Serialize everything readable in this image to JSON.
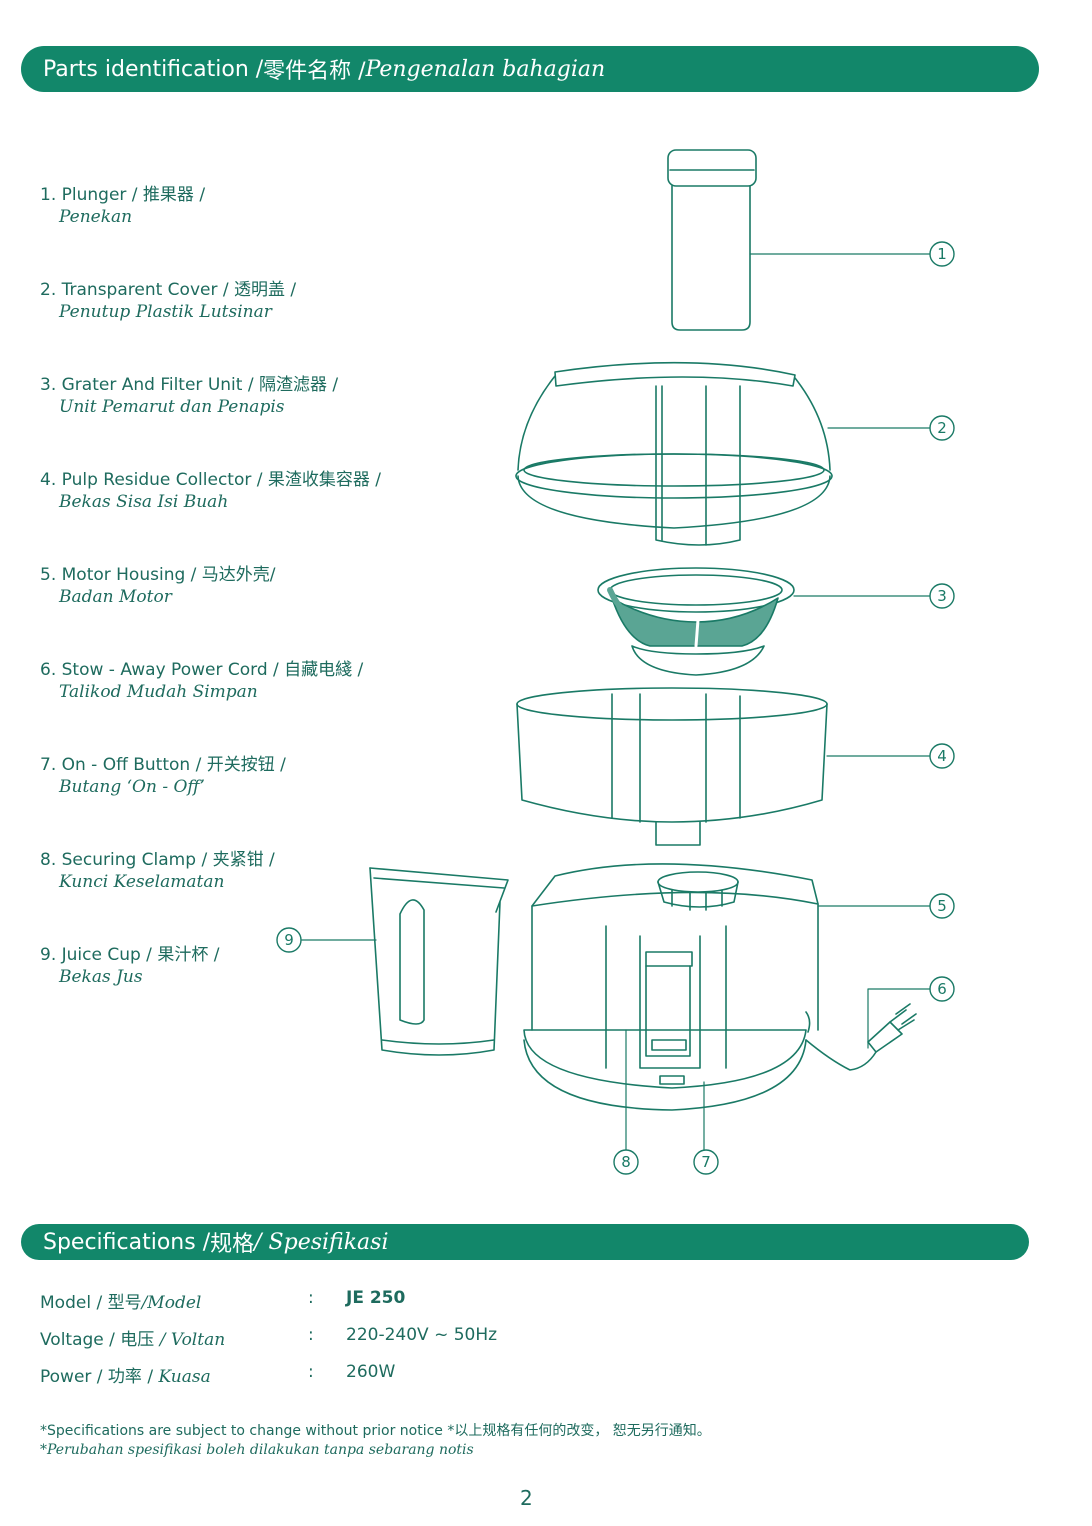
{
  "header": {
    "title_en": "Parts identification / ",
    "title_zh": "零件名称 / ",
    "title_ms": "Pengenalan bahagian"
  },
  "parts": [
    {
      "number": "1",
      "en": "1. Plunger / 推果器 /",
      "ms": "Penekan"
    },
    {
      "number": "2",
      "en": "2. Transparent Cover / 透明盖 /",
      "ms": "Penutup Plastik Lutsinar"
    },
    {
      "number": "3",
      "en": "3. Grater And Filter Unit / 隔渣滤器 /",
      "ms": "Unit Pemarut dan Penapis"
    },
    {
      "number": "4",
      "en": "4. Pulp Residue Collector / 果渣收集容器 /",
      "ms": "Bekas Sisa Isi Buah"
    },
    {
      "number": "5",
      "en": "5. Motor Housing / 马达外壳/",
      "ms": "Badan Motor"
    },
    {
      "number": "6",
      "en": "6.  Stow - Away Power Cord / 自藏电綫 /",
      "ms": "Talikod Mudah Simpan"
    },
    {
      "number": "7",
      "en": "7. On - Off Button / 开关按钮 /",
      "ms": "Butang ‘On - Off’"
    },
    {
      "number": "8",
      "en": "8. Securing Clamp / 夹紧钳 /",
      "ms": "Kunci Keselamatan"
    },
    {
      "number": "9",
      "en": "9. Juice Cup / 果汁杯 /",
      "ms": "Bekas Jus"
    }
  ],
  "specs_header": {
    "title_en": "Specifications / ",
    "title_zh": "规格 ",
    "title_ms": "/ Spesifikasi"
  },
  "specs": [
    {
      "label": "Model / 型号",
      "label_ms": "/Model",
      "colon": ":",
      "value": "JE 250"
    },
    {
      "label": "Voltage / 电压 ",
      "label_ms": " / Voltan",
      "colon": ":",
      "value": "220-240V ~ 50Hz"
    },
    {
      "label": "Power / 功率 / ",
      "label_ms": "Kuasa",
      "colon": ":",
      "value": "260W"
    }
  ],
  "notes": {
    "line1": "*Specifications are subject to change without prior notice  *以上规格有任何的改变， 恕无另行通知。",
    "line2": "*Perubahan spesifikasi boleh dilakukan tanpa sebarang notis"
  },
  "page_number": "2",
  "colors": {
    "banner": "#12876a",
    "text": "#1e6b5e",
    "line": "#1a7a66",
    "filter_fill": "#5aa594"
  }
}
